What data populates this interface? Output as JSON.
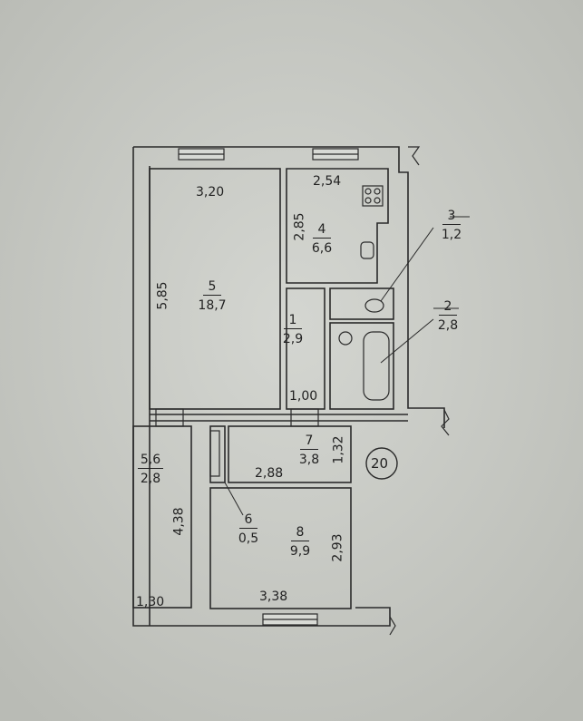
{
  "plan": {
    "rooms": [
      {
        "key": "r1",
        "number": "1",
        "area": "2,9"
      },
      {
        "key": "r2",
        "number": "2",
        "area": "2,8"
      },
      {
        "key": "r3",
        "number": "3",
        "area": "1,2"
      },
      {
        "key": "r4",
        "number": "4",
        "area": "6,6"
      },
      {
        "key": "r5",
        "number": "5",
        "area": "18,7"
      },
      {
        "key": "r6",
        "number": "6",
        "area": "0,5"
      },
      {
        "key": "r7",
        "number": "7",
        "area": "3,8"
      },
      {
        "key": "r8",
        "number": "8",
        "area": "9,9"
      },
      {
        "key": "r56",
        "number": "5,6",
        "area": "2,8"
      }
    ],
    "dimensions": {
      "d320": "3,20",
      "d585": "5,85",
      "d254": "2,54",
      "d285": "2,85",
      "d100": "1,00",
      "d288": "2,88",
      "d132": "1,32",
      "d293": "2,93",
      "d338": "3,38",
      "d438": "4,38",
      "d130": "1,30"
    },
    "apartment_number": "20"
  },
  "colors": {
    "paper": "#c9cbc6",
    "ink": "#2a2a2a"
  }
}
